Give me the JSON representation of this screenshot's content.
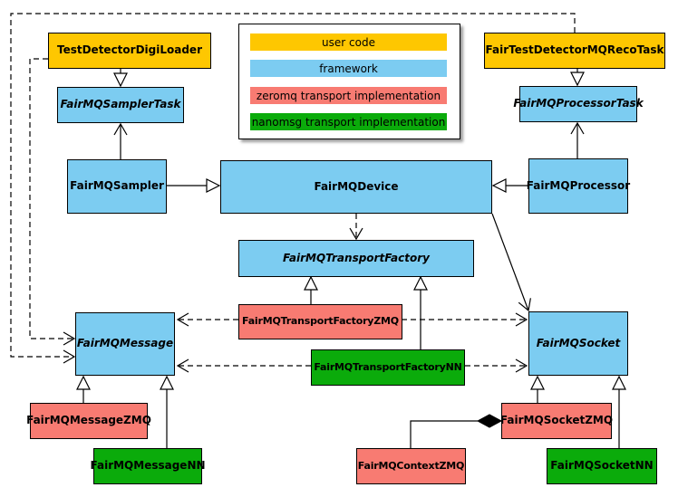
{
  "palette": {
    "user_code": "#FEC701",
    "framework": "#7CCCF1",
    "zeromq": "#F87B72",
    "nanomsg": "#0BAB0B",
    "line": "#000000",
    "background": "#FFFFFF"
  },
  "legend": {
    "items": [
      {
        "label": "user code",
        "color_key": "user_code"
      },
      {
        "label": "framework",
        "color_key": "framework"
      },
      {
        "label": "zeromq transport implementation",
        "color_key": "zeromq"
      },
      {
        "label": "nanomsg transport implementation",
        "color_key": "nanomsg"
      }
    ]
  },
  "nodes": {
    "test_detector_digi_loader": {
      "label": "TestDetectorDigiLoader",
      "category": "user_code",
      "abstract": false
    },
    "fair_test_detector_mq_reco_task": {
      "label": "FairTestDetectorMQRecoTask",
      "category": "user_code",
      "abstract": false
    },
    "fairmq_sampler_task": {
      "label": "FairMQSamplerTask",
      "category": "framework",
      "abstract": true
    },
    "fairmq_processor_task": {
      "label": "FairMQProcessorTask",
      "category": "framework",
      "abstract": true
    },
    "fairmq_sampler": {
      "label": "FairMQSampler",
      "category": "framework",
      "abstract": false
    },
    "fairmq_device": {
      "label": "FairMQDevice",
      "category": "framework",
      "abstract": false
    },
    "fairmq_processor": {
      "label": "FairMQProcessor",
      "category": "framework",
      "abstract": false
    },
    "fairmq_transport_factory": {
      "label": "FairMQTransportFactory",
      "category": "framework",
      "abstract": true
    },
    "fairmq_transport_factory_zmq": {
      "label": "FairMQTransportFactoryZMQ",
      "category": "zeromq",
      "abstract": false
    },
    "fairmq_transport_factory_nn": {
      "label": "FairMQTransportFactoryNN",
      "category": "nanomsg",
      "abstract": false
    },
    "fairmq_message": {
      "label": "FairMQMessage",
      "category": "framework",
      "abstract": true
    },
    "fairmq_message_zmq": {
      "label": "FairMQMessageZMQ",
      "category": "zeromq",
      "abstract": false
    },
    "fairmq_message_nn": {
      "label": "FairMQMessageNN",
      "category": "nanomsg",
      "abstract": false
    },
    "fairmq_socket": {
      "label": "FairMQSocket",
      "category": "framework",
      "abstract": true
    },
    "fairmq_socket_zmq": {
      "label": "FairMQSocketZMQ",
      "category": "zeromq",
      "abstract": false
    },
    "fairmq_socket_nn": {
      "label": "FairMQSocketNN",
      "category": "nanomsg",
      "abstract": false
    },
    "fairmq_context_zmq": {
      "label": "FairMQContextZMQ",
      "category": "zeromq",
      "abstract": false
    }
  },
  "edges": [
    {
      "from": "TestDetectorDigiLoader",
      "to": "FairMQSamplerTask",
      "type": "inheritance"
    },
    {
      "from": "FairTestDetectorMQRecoTask",
      "to": "FairMQProcessorTask",
      "type": "inheritance"
    },
    {
      "from": "FairMQSampler",
      "to": "FairMQDevice",
      "type": "inheritance"
    },
    {
      "from": "FairMQProcessor",
      "to": "FairMQDevice",
      "type": "inheritance"
    },
    {
      "from": "FairMQSampler",
      "to": "FairMQSamplerTask",
      "type": "association"
    },
    {
      "from": "FairMQProcessor",
      "to": "FairMQProcessorTask",
      "type": "association"
    },
    {
      "from": "FairMQDevice",
      "to": "FairMQTransportFactory",
      "type": "dependency"
    },
    {
      "from": "FairMQDevice",
      "to": "FairMQSocket",
      "type": "association"
    },
    {
      "from": "TestDetectorDigiLoader",
      "to": "FairMQMessage",
      "type": "dependency"
    },
    {
      "from": "FairTestDetectorMQRecoTask",
      "to": "FairMQMessage",
      "type": "dependency"
    },
    {
      "from": "FairMQTransportFactoryZMQ",
      "to": "FairMQTransportFactory",
      "type": "inheritance"
    },
    {
      "from": "FairMQTransportFactoryNN",
      "to": "FairMQTransportFactory",
      "type": "inheritance"
    },
    {
      "from": "FairMQTransportFactoryZMQ",
      "to": "FairMQMessage",
      "type": "dependency"
    },
    {
      "from": "FairMQTransportFactoryZMQ",
      "to": "FairMQSocket",
      "type": "dependency"
    },
    {
      "from": "FairMQTransportFactoryNN",
      "to": "FairMQMessage",
      "type": "dependency"
    },
    {
      "from": "FairMQTransportFactoryNN",
      "to": "FairMQSocket",
      "type": "dependency"
    },
    {
      "from": "FairMQMessageZMQ",
      "to": "FairMQMessage",
      "type": "inheritance"
    },
    {
      "from": "FairMQMessageNN",
      "to": "FairMQMessage",
      "type": "inheritance"
    },
    {
      "from": "FairMQSocketZMQ",
      "to": "FairMQSocket",
      "type": "inheritance"
    },
    {
      "from": "FairMQSocketNN",
      "to": "FairMQSocket",
      "type": "inheritance"
    },
    {
      "from": "FairMQContextZMQ",
      "to": "FairMQSocketZMQ",
      "type": "composition"
    }
  ]
}
